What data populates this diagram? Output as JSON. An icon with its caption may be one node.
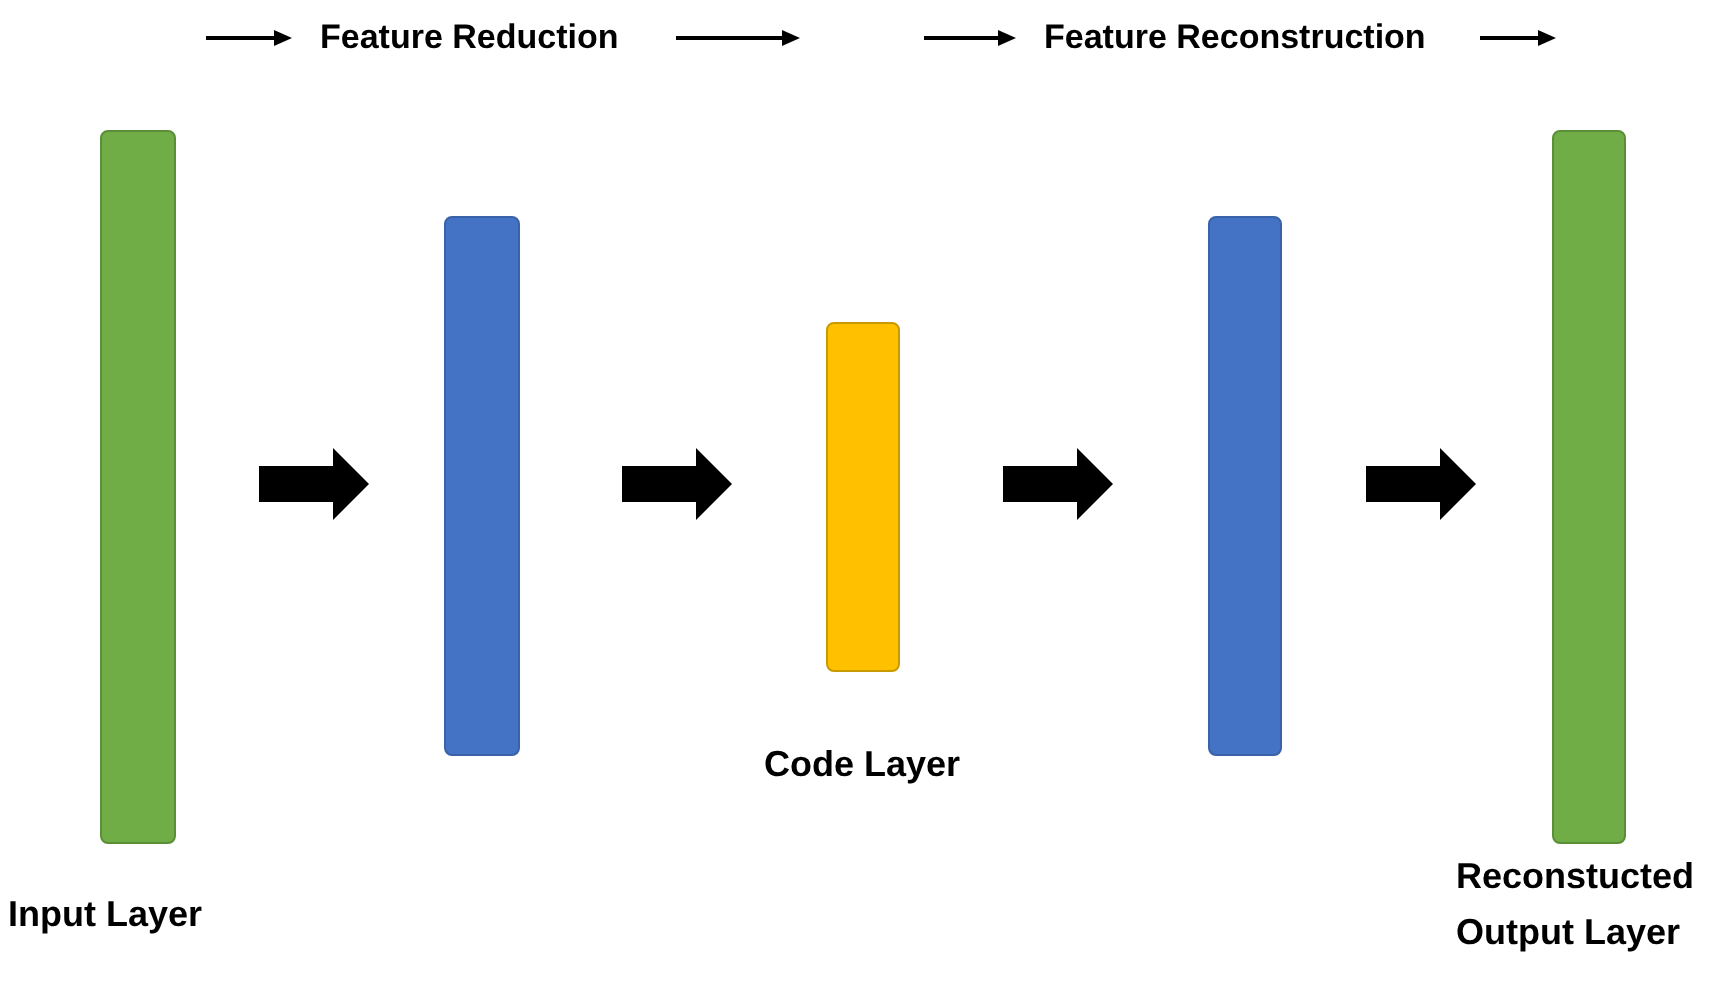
{
  "diagram": {
    "nodes": [
      {
        "text": [
          "Input Layer"
        ]
      },
      {
        "text": [],
        "shape": "bar"
      },
      {
        "text": [
          "Code Layer"
        ]
      },
      {
        "text": [],
        "shape": "bar"
      },
      {
        "text": [
          "Reconstucted Output Layer"
        ]
      }
    ],
    "edges": [
      {
        "from": 0,
        "to": 1,
        "arrow": "to"
      },
      {
        "from": 1,
        "to": 2,
        "arrow": "to"
      },
      {
        "from": 2,
        "to": 3,
        "arrow": "to"
      },
      {
        "from": 3,
        "to": 4,
        "arrow": "to"
      }
    ],
    "labels": [
      "Feature Reduction",
      "Feature Reconstruction"
    ]
  }
}
